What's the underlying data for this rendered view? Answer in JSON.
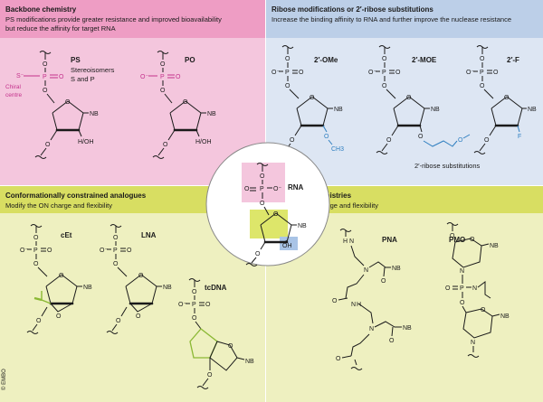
{
  "panels": {
    "backbone": {
      "title": "Backbone chemistry",
      "description_line1": "PS modifications provide greater resistance and improved bioavailability",
      "description_line2": "but reduce the affinity for target RNA",
      "ps_label": "PS",
      "ps_note_1": "Stereoisomers",
      "ps_note_2": "S and P",
      "chiral_1": "Chiral",
      "chiral_2": "centre",
      "po_label": "PO"
    },
    "ribose": {
      "title": "Ribose modifications or 2′-ribose substitutions",
      "description": "Increase the binding affinity to RNA and further improve the nuclease resistance",
      "ome_label": "2′-OMe",
      "moe_label": "2′-MOE",
      "f_label": "2′-F",
      "caption": "2′-ribose substitutions"
    },
    "constrained": {
      "title": "Conformationally constrained analogues",
      "description": "Modify the ON charge and flexibility",
      "cet_label": "cEt",
      "lna_label": "LNA",
      "tcdna_label": "tcDNA"
    },
    "alternative": {
      "title": "Alternative chemistries",
      "description": "Modify the ON charge and flexibility",
      "pna_label": "PNA",
      "pmo_label": "PMO"
    },
    "center": {
      "rna_label": "RNA"
    }
  },
  "atoms": {
    "O": "O",
    "P": "P",
    "S": "S",
    "F": "F",
    "N": "N",
    "NB": "NB",
    "OH": "OH",
    "H": "H",
    "CH3": "CH3",
    "minus": "−"
  },
  "copyright": "© EMBO",
  "colors": {
    "backbone_bg": "#f4c6dd",
    "backbone_header": "#ee9dc4",
    "ribose_bg": "#dde6f3",
    "ribose_header": "#bccfe8",
    "constrained_bg": "#eef0c0",
    "constrained_header": "#d8de62",
    "alternative_bg": "#eef0c0",
    "alternative_header": "#d8de62",
    "magenta": "#c4318c",
    "blue": "#2f7fc0",
    "green": "#8ab833",
    "center_pink": "#f4c6dd",
    "center_green": "#dde66a",
    "center_blue": "#a9c4e6"
  }
}
